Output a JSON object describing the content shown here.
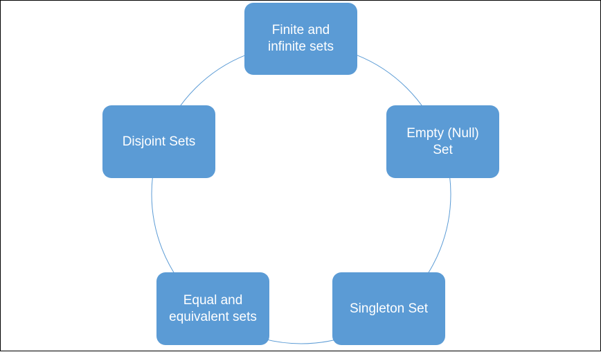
{
  "diagram": {
    "colors": {
      "node_fill": "#5b9bd5",
      "ring_stroke": "#5b9bd5",
      "text": "#ffffff",
      "frame_border": "#000000"
    },
    "nodes": [
      {
        "label_lines": [
          "Finite and",
          "infinite sets"
        ]
      },
      {
        "label_lines": [
          "Empty (Null)",
          "Set"
        ]
      },
      {
        "label_lines": [
          "Singleton Set"
        ]
      },
      {
        "label_lines": [
          "Equal and",
          "equivalent sets"
        ]
      },
      {
        "label_lines": [
          "Disjoint Sets"
        ]
      }
    ]
  }
}
